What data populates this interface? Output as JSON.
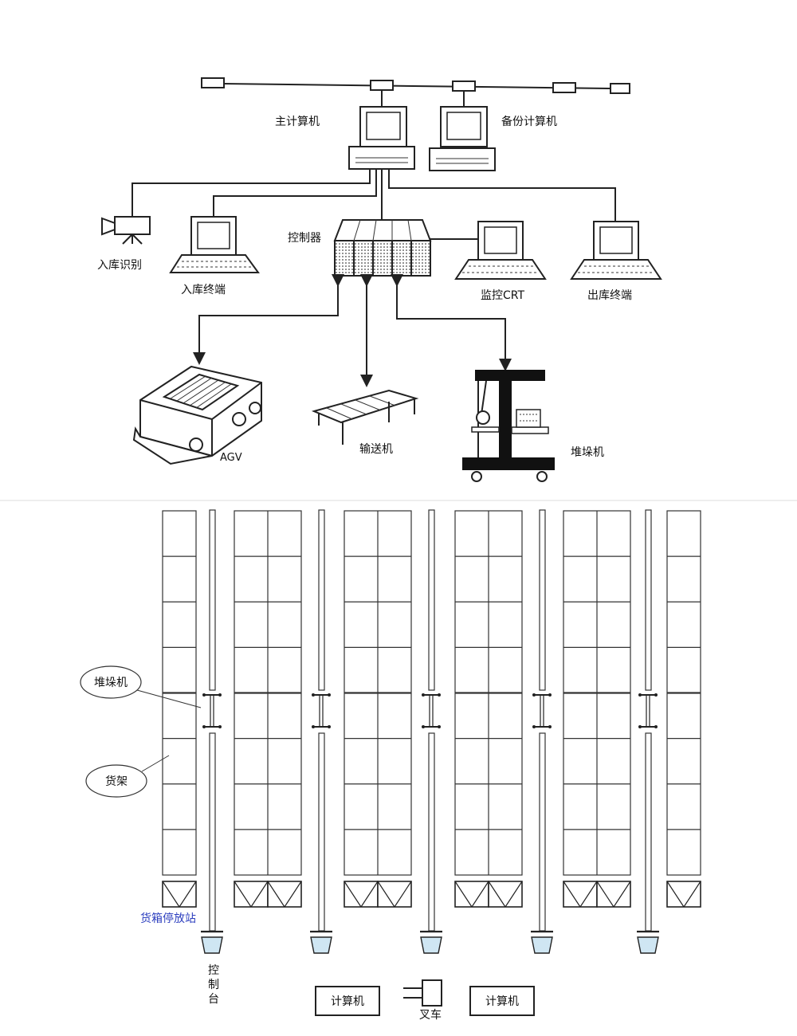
{
  "top": {
    "labels": {
      "main_computer": "主计算机",
      "backup_computer": "备份计算机",
      "controller": "控制器",
      "inbound_id": "入库识别",
      "inbound_terminal": "入库终端",
      "monitor_crt": "监控CRT",
      "outbound_terminal": "出库终端",
      "agv": "AGV",
      "conveyor": "输送机",
      "stacker": "堆垛机"
    }
  },
  "bottom": {
    "callouts": {
      "stacker": "堆垛机",
      "rack": "货架"
    },
    "station_label": "货箱停放站",
    "console_label": [
      "控",
      "制",
      "台"
    ],
    "computer_left": "计算机",
    "computer_right": "计算机",
    "forklift": "叉车"
  },
  "colors": {
    "line": "#222222",
    "station_text": "#2d3fbf",
    "console_fill": "#cfe6f3",
    "stacker_fill": "#111111"
  }
}
